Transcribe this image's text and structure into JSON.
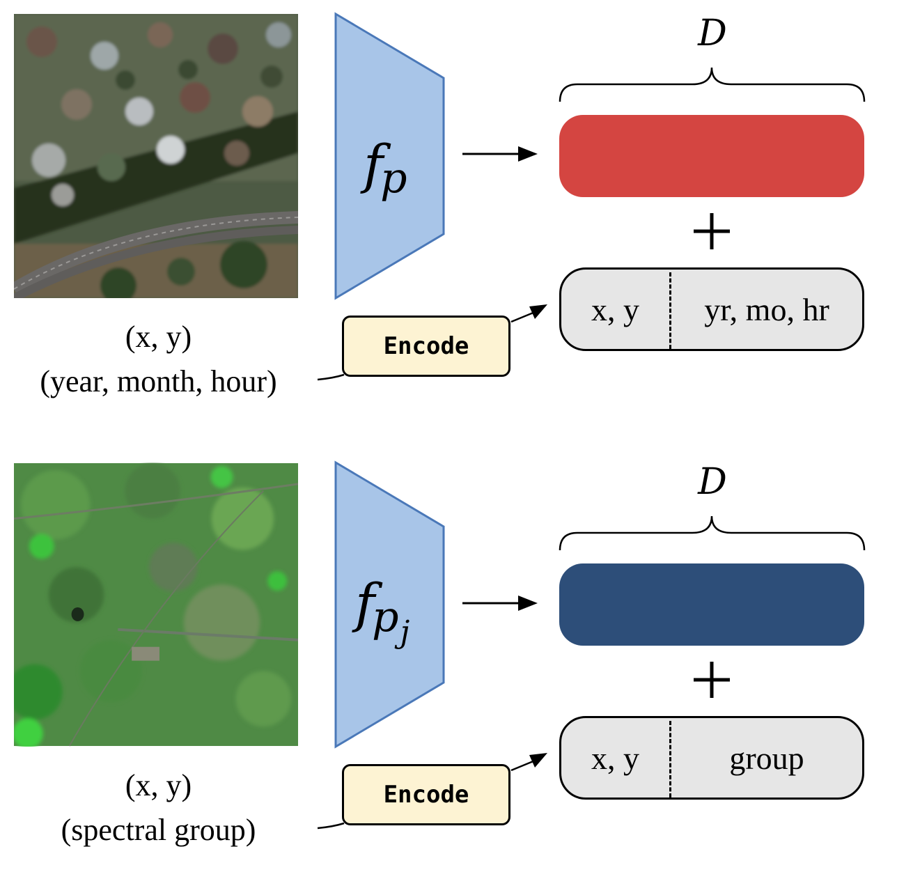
{
  "panels": [
    {
      "image_description_icon": "aerial-suburban-image",
      "caption_line1": "(x, y)",
      "caption_line2": "(year, month, hour)",
      "encoder_label": "f",
      "encoder_subscript": "p",
      "encoder_subsubscript": "",
      "dimension_label": "D",
      "token_color": "#d44541",
      "encode_label": "Encode",
      "meta_left": "x, y",
      "meta_right": "yr, mo, hr"
    },
    {
      "image_description_icon": "multispectral-green-image",
      "caption_line1": "(x, y)",
      "caption_line2": "(spectral group)",
      "encoder_label": "f",
      "encoder_subscript": "p",
      "encoder_subsubscript": "j",
      "dimension_label": "D",
      "token_color": "#2d4e79",
      "encode_label": "Encode",
      "meta_left": "x, y",
      "meta_right": "group"
    }
  ],
  "colors": {
    "encoder_fill": "#a8c5e8",
    "encoder_stroke": "#4a78b8",
    "encode_box_fill": "#fdf3d3",
    "meta_box_fill": "#e6e6e6"
  }
}
